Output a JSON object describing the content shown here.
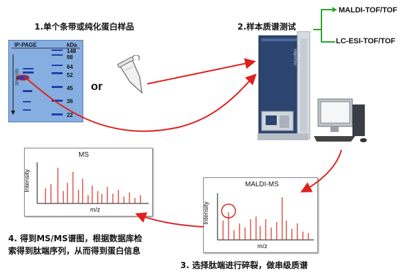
{
  "steps": {
    "step1": "1.单个条带或纯化蛋白样品",
    "step2": "2.样本质谱测试",
    "step3": "3. 选择肽端进行碎裂，做串级质谱",
    "step4_line1": "4. 得到MS/MS谱图，根据数据库检",
    "step4_line2": "索得到肽端序列，从而得到蛋白信息"
  },
  "or_label": "or",
  "gel": {
    "title": "IP-PAGE",
    "unit": "kDa",
    "side_label": "SDS PAGE",
    "markers": [
      "148",
      "98",
      "64",
      "52",
      "45",
      "36",
      "22"
    ]
  },
  "branches": [
    "MALDI-TOF/TOF",
    "LC-ESI-TOF/TOF"
  ],
  "instrument": {
    "brand_text": "microflex"
  },
  "ms_spectrum": {
    "title": "MS",
    "ylabel": "Intensity",
    "xlabel": "m/z"
  },
  "maldi_spectrum": {
    "title": "MALDI-MS",
    "ylabel": "Intensity",
    "xlabel": "m/z"
  },
  "colors": {
    "arrow": "#e0201e",
    "peak": "#d42a1e",
    "branch": "#2aa22a",
    "gel_bg": "#86aee0",
    "band": "#1d3ea8"
  }
}
